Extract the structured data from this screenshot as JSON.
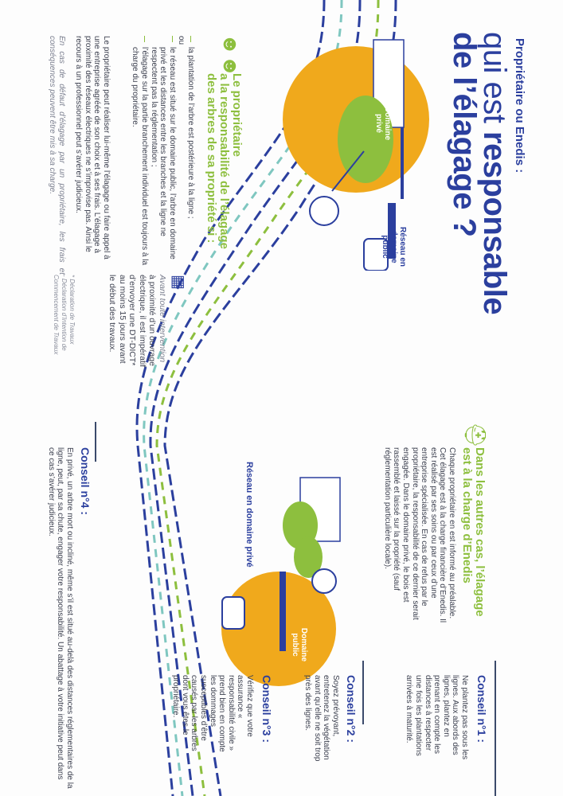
{
  "header": {
    "kicker": "Propriétaire ou Enedis :",
    "title_light": "qui est ",
    "title_bold": "responsable",
    "title_line2": "de l’élagage ?"
  },
  "owner": {
    "heading": [
      "Le propriétaire",
      "a la responsabilité de l’élagage",
      "des arbres de sa propriété si :"
    ],
    "bullet1": "la plantation de l’arbre est postérieure à la ligne ;",
    "or": "ou",
    "bullet2": "le réseau est situé sur le domaine public, l’arbre en domaine privé et les distances entre les branches et la ligne ne respectent pas la réglementation ;",
    "bullet3": "l’élagage sur la partie branchement individuel est toujours à la charge du propriétaire.",
    "paragraph": "Le propriétaire peut réaliser lui-même l’élagage ou faire appel à une entreprise agréée de son choix et à ses frais. L’élagage à proximité des réseaux électriques ne s’improvise pas. Ainsi le recours à un professionnel peut s’avérer judicieux.",
    "default_note": "En cas de défaut d’élagage par un propriétaire, les frais et conséquences peuvent être mis à sa charge."
  },
  "dtdict": {
    "intro": "Avant toute intervention",
    "text": " à proximité d’un ouvrage électrique, il est impératif d’envoyer une DT-DICT* au moins 15 jours avant le début des travaux.",
    "footnote": [
      "* Déclaration de Travaux",
      "- Déclaration d’Intention de",
      "Commencement de Travaux"
    ]
  },
  "enedis": {
    "heading": [
      "Dans les autres cas, l’élagage",
      "est à la charge d’Enedis"
    ],
    "paragraph": "Chaque propriétaire en est informé au préalable. Cet élagage est à la charge financière d’Enedis. Il est réalisé par ses soins ou par ceux d’une entreprise spécialisée. En cas de refus par le propriétaire, la responsabilité de ce dernier serait engagée. Dans le domaine privé, le bois est rassemblé et laissé sur la propriété (sauf réglementation particulière locale)."
  },
  "illustration": {
    "private_domain": "Domaine privé",
    "public_network": "Réseau en domaine public",
    "private_network": "Réseau en domaine privé",
    "public_domain": "Domaine public"
  },
  "tips": [
    {
      "title": "Conseil n°1 :",
      "text": "Ne plantez pas sous les lignes. Aux abords des lignes, plantez en prenant en compte les distances à respecter une fois les plantations arrivées à maturité."
    },
    {
      "title": "Conseil n°2 :",
      "text": "Soyez prévoyant, entretenez la végétation avant qu’elle ne soit trop près des lignes."
    },
    {
      "title": "Conseil n°3 :",
      "text": "Vérifiez que votre assurance « responsabilité civile » prend bien en compte les dommages susceptibles d’être causés par les arbres dont vous êtes le propriétaire."
    },
    {
      "title": "Conseil n°4 :",
      "text": "En privé, un arbre mort ou incliné, même s’il est situé au-delà des distances réglementaires de la ligne, peut, par sa chute, engager votre responsabilité. Un abattage à votre initiative peut dans ce cas s’avérer judicieux."
    }
  ],
  "colors": {
    "blue": "#2b3f9e",
    "green": "#8dbf3e",
    "orange": "#f0a91c"
  }
}
